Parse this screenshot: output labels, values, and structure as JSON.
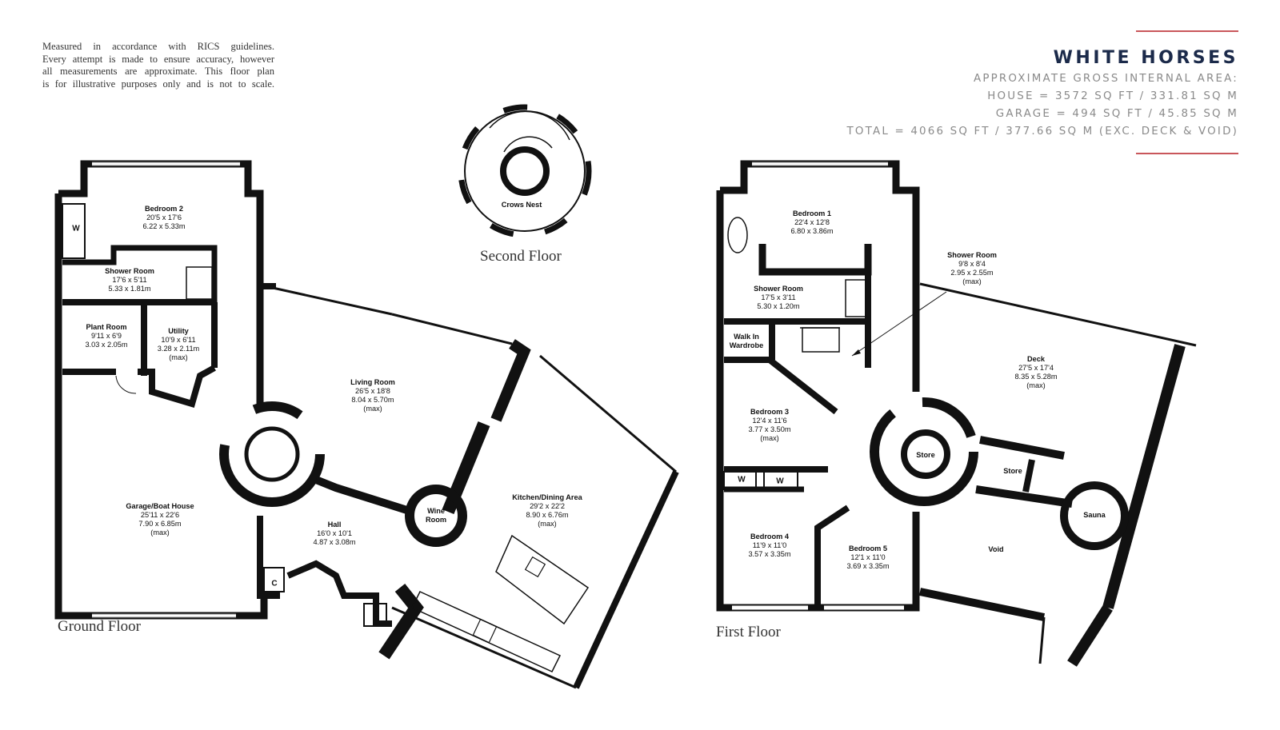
{
  "disclaimer": [
    "Measured in accordance with RICS guidelines.",
    "Every attempt is made to ensure accuracy, however",
    "all measurements are approximate. This floor plan",
    "is for illustrative purposes only and is not to scale."
  ],
  "header": {
    "title": "WHITE HORSES",
    "area_heading": "APPROXIMATE GROSS INTERNAL AREA:",
    "house": "HOUSE = 3572 SQ FT / 331.81 SQ M",
    "garage": "GARAGE = 494 SQ FT / 45.85 SQ M",
    "total": "TOTAL = 4066 SQ FT / 377.66 SQ M (EXC. DECK & VOID)"
  },
  "floors": {
    "ground": "Ground Floor",
    "second": "Second Floor",
    "first": "First Floor"
  },
  "rooms": {
    "bedroom2": {
      "name": "Bedroom 2",
      "imperial": "20'5 x 17'6",
      "metric": "6.22 x 5.33m",
      "note": ""
    },
    "shower_g": {
      "name": "Shower Room",
      "imperial": "17'6 x 5'11",
      "metric": "5.33 x 1.81m",
      "note": ""
    },
    "plant": {
      "name": "Plant Room",
      "imperial": "9'11 x 6'9",
      "metric": "3.03 x 2.05m",
      "note": ""
    },
    "utility": {
      "name": "Utility",
      "imperial": "10'9 x 6'11",
      "metric": "3.28 x 2.11m",
      "note": "(max)"
    },
    "living": {
      "name": "Living Room",
      "imperial": "26'5 x 18'8",
      "metric": "8.04 x 5.70m",
      "note": "(max)"
    },
    "garage": {
      "name": "Garage/Boat House",
      "imperial": "25'11 x 22'6",
      "metric": "7.90 x 6.85m",
      "note": "(max)"
    },
    "hall": {
      "name": "Hall",
      "imperial": "16'0 x 10'1",
      "metric": "4.87 x 3.08m",
      "note": ""
    },
    "kitchen": {
      "name": "Kitchen/Dining Area",
      "imperial": "29'2 x 22'2",
      "metric": "8.90 x 6.76m",
      "note": "(max)"
    },
    "wine": {
      "name": "Wine Room"
    },
    "crows": {
      "name": "Crows Nest"
    },
    "bedroom1": {
      "name": "Bedroom 1",
      "imperial": "22'4 x 12'8",
      "metric": "6.80 x 3.86m",
      "note": ""
    },
    "shower_f1": {
      "name": "Shower Room",
      "imperial": "17'5 x 3'11",
      "metric": "5.30 x 1.20m",
      "note": ""
    },
    "shower_f2": {
      "name": "Shower Room",
      "imperial": "9'8 x 8'4",
      "metric": "2.95 x 2.55m",
      "note": "(max)"
    },
    "walkin": {
      "name": "Walk In",
      "name2": "Wardrobe"
    },
    "bedroom3": {
      "name": "Bedroom 3",
      "imperial": "12'4 x 11'6",
      "metric": "3.77 x 3.50m",
      "note": "(max)"
    },
    "bedroom4": {
      "name": "Bedroom 4",
      "imperial": "11'9 x 11'0",
      "metric": "3.57 x 3.35m",
      "note": ""
    },
    "bedroom5": {
      "name": "Bedroom 5",
      "imperial": "12'1 x 11'0",
      "metric": "3.69 x 3.35m",
      "note": ""
    },
    "deck": {
      "name": "Deck",
      "imperial": "27'5 x 17'4",
      "metric": "8.35 x 5.28m",
      "note": "(max)"
    },
    "store1": {
      "name": "Store"
    },
    "store2": {
      "name": "Store"
    },
    "sauna": {
      "name": "Sauna"
    },
    "void": {
      "name": "Void"
    }
  },
  "tags": {
    "w": "W",
    "c": "C"
  },
  "colors": {
    "wall": "#111111",
    "accent_rule": "#c9575b",
    "title": "#1b2a4a",
    "subtext": "#8a8a8a"
  }
}
